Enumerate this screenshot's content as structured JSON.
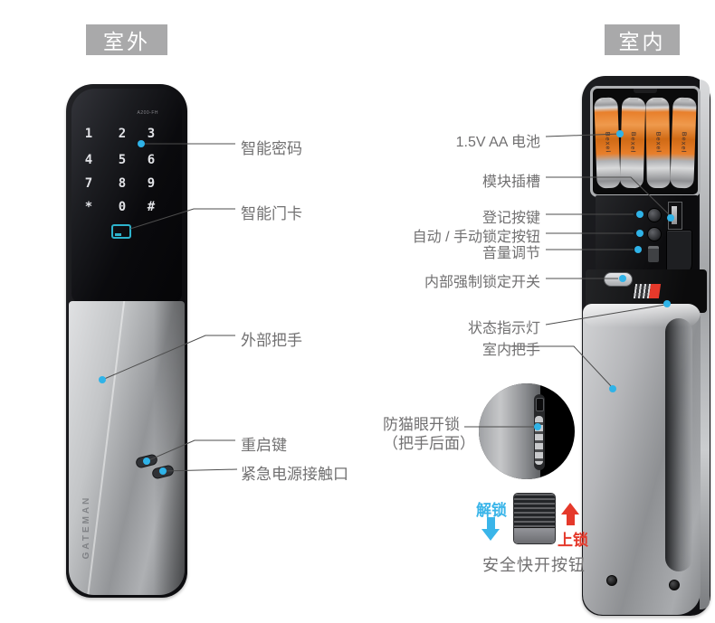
{
  "headers": {
    "outdoor": "室外",
    "indoor": "室内"
  },
  "exterior": {
    "model": "A200-FH",
    "brand": "GATEMAN",
    "keypad": [
      "1",
      "2",
      "3",
      "4",
      "5",
      "6",
      "7",
      "8",
      "9",
      "*",
      "0",
      "#"
    ],
    "labels": {
      "password": "智能密码",
      "card": "智能门卡",
      "handle": "外部把手",
      "reset": "重启键",
      "emergency_power": "紧急电源接触口"
    }
  },
  "interior": {
    "battery_brand": "Bexel",
    "labels": {
      "battery": "1.5V AA 电池",
      "module_slot": "模块插槽",
      "register": "登记按键",
      "auto_manual": "自动 / 手动锁定按钮",
      "volume": "音量调节",
      "force_lock": "内部强制锁定开关",
      "status_led": "状态指示灯",
      "handle": "室内把手",
      "anti_peephole": "防猫眼开锁",
      "anti_peephole_note": "（把手后面）"
    },
    "quick_open": {
      "unlock": "解锁",
      "lock": "上锁",
      "button": "安全快开按钮"
    }
  },
  "colors": {
    "header_bg": "#a9a9aa",
    "label_gray": "#717071",
    "unlock_cyan": "#3ab5e9",
    "lock_red": "#e5392b",
    "dot_cyan": "#2fb3e8"
  }
}
